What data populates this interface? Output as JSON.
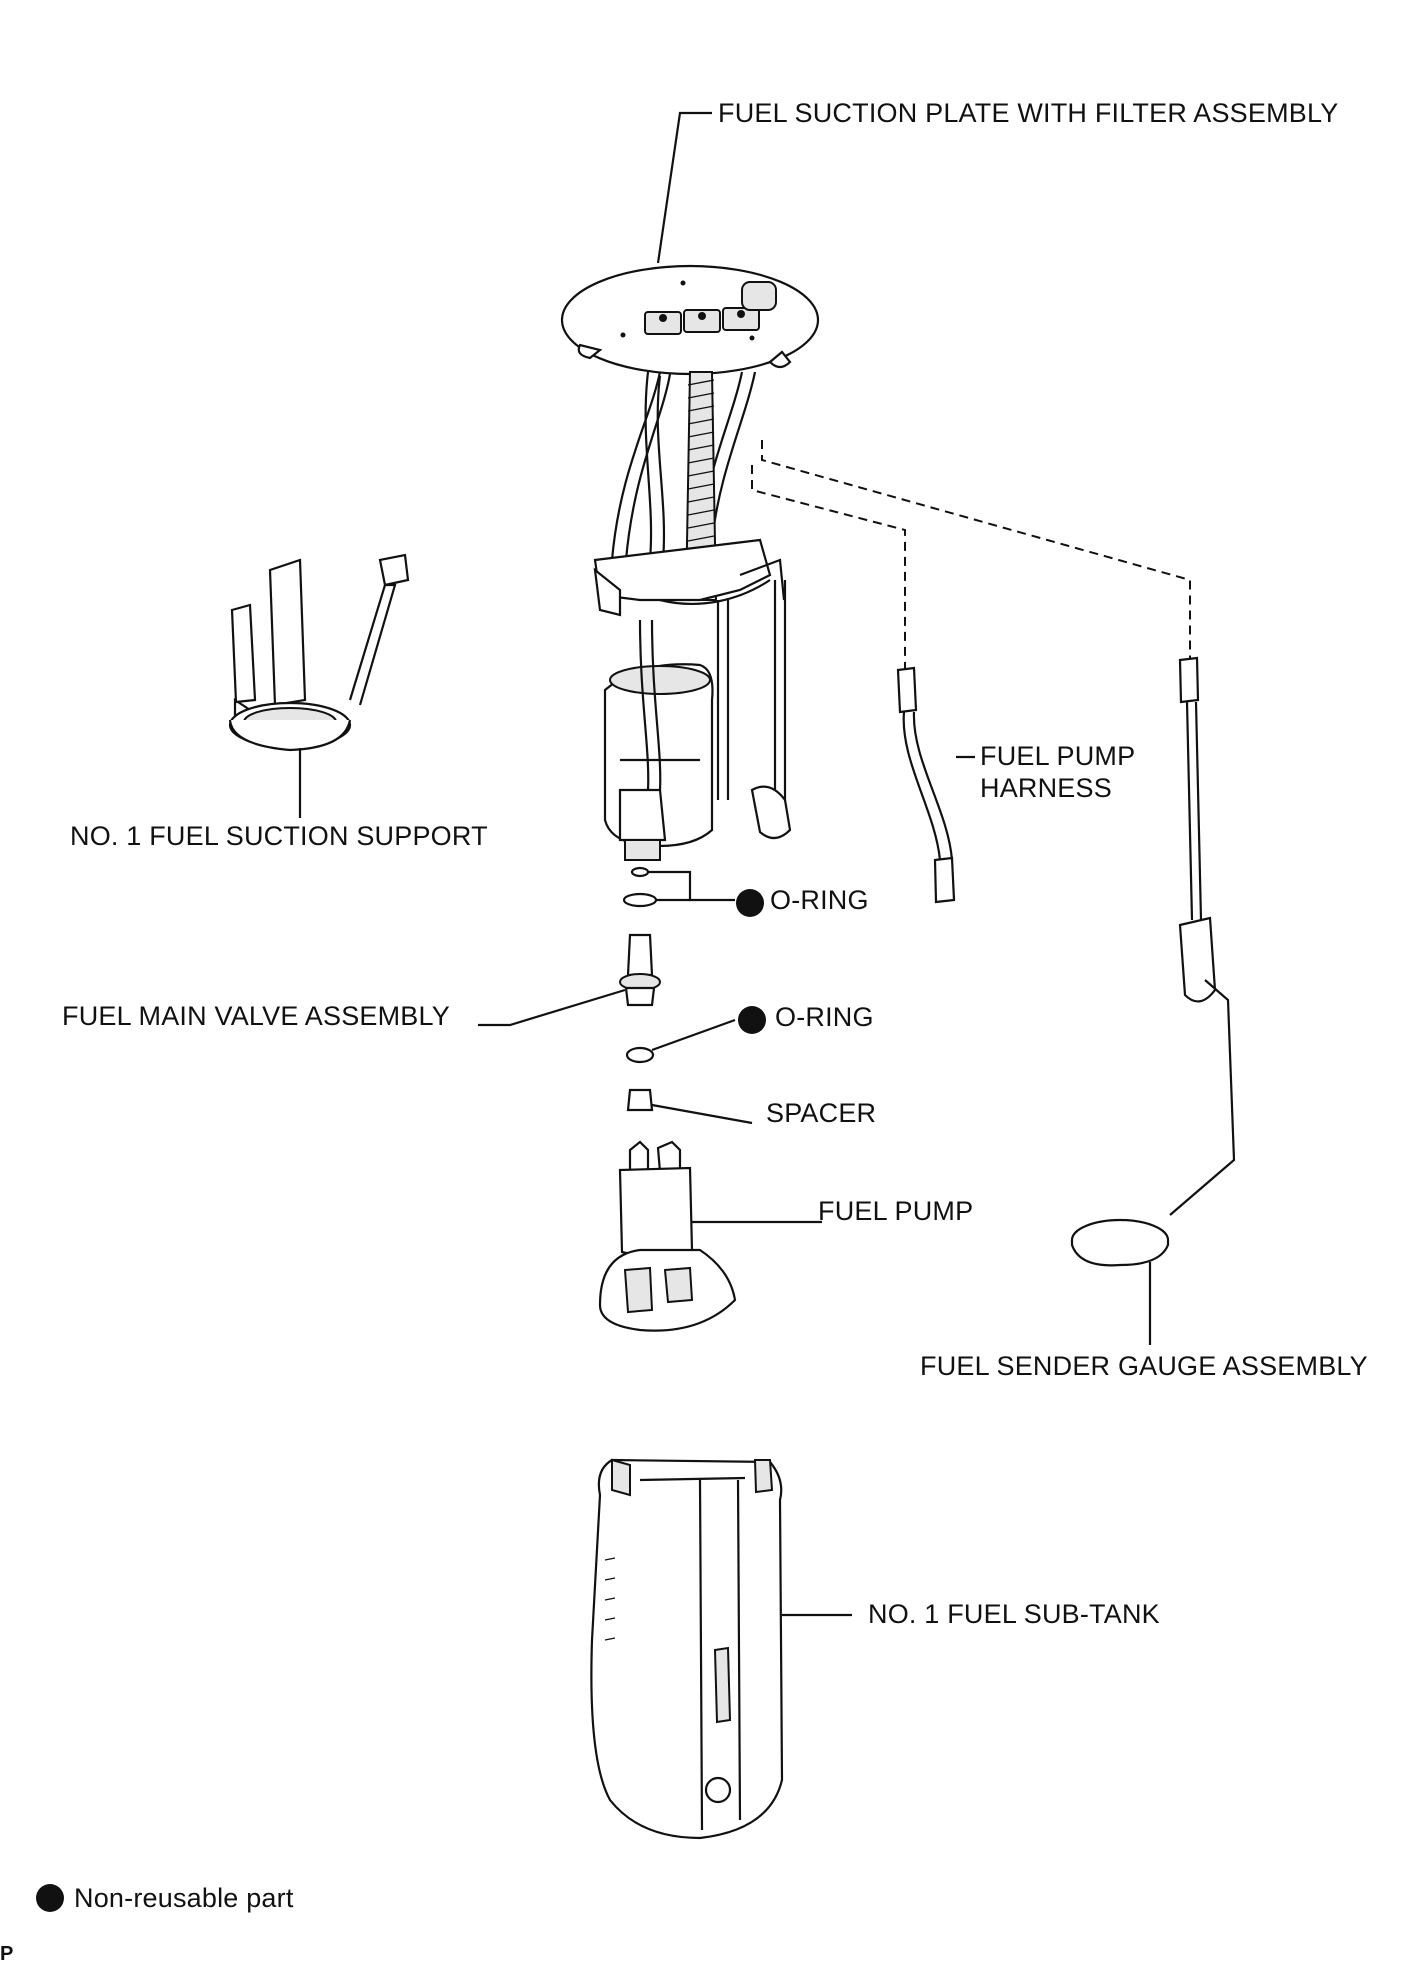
{
  "labels": {
    "suction_plate": "FUEL SUCTION PLATE WITH FILTER ASSEMBLY",
    "suction_support": "NO. 1 FUEL SUCTION SUPPORT",
    "pump_harness_line1": "FUEL PUMP",
    "pump_harness_line2": "HARNESS",
    "o_ring_1": "O-RING",
    "main_valve": "FUEL MAIN VALVE ASSEMBLY",
    "o_ring_2": "O-RING",
    "spacer": "SPACER",
    "fuel_pump": "FUEL PUMP",
    "sender_gauge": "FUEL SENDER GAUGE ASSEMBLY",
    "sub_tank": "NO. 1 FUEL SUB-TANK"
  },
  "legend": {
    "symbol": "filled-circle",
    "text": "Non-reusable part"
  },
  "corner_mark": "P",
  "colors": {
    "line": "#111111",
    "background": "#ffffff"
  }
}
